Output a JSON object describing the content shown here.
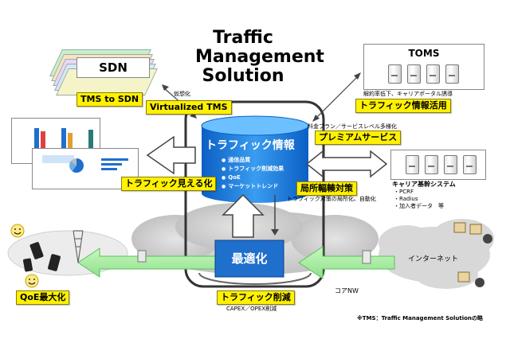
{
  "title_lines": [
    "Traffic",
    "Management",
    "Solution"
  ],
  "left_top": {
    "sdn_label": "SDN",
    "tms_to_sdn": "TMS to SDN",
    "virtualization_note": "仮想化",
    "virtualized_tms": "Virtualized TMS"
  },
  "right_top": {
    "toms_label": "TOMS",
    "analysis_note": "解約率低下、キャリアポータル誘導",
    "traffic_info_use": "トラフィック情報活用",
    "pricing_note": "料金プラン／サービスレベル多様化",
    "premium_services": "プレミアムサービス"
  },
  "center": {
    "db_title": "トラフィック情報",
    "db_items": [
      "通信品質",
      "トラフィック削減効果",
      "QoE",
      "マーケットトレンド"
    ],
    "optimize_label": "最適化",
    "traffic_reduce": "トラフィック削減",
    "capex_note": "CAPEX／OPEX削減",
    "core_nw": "コアNW"
  },
  "left_mid": {
    "visualize": "トラフィック見える化"
  },
  "right_mid": {
    "local_bandwidth": "局所輻輳対策",
    "local_note": "トラフィック対策の局所化、自動化",
    "carrier_system": "キャリア基幹システム",
    "carrier_items": [
      "・PCRF",
      "・Radius",
      "・加入者データ　等"
    ]
  },
  "bottom": {
    "qoe_max": "QoE最大化",
    "internet": "インターネット"
  },
  "footnote": "※TMS：Traffic Management Solutionの略",
  "colors": {
    "yellow_label": "#fff100",
    "green_arrow": "#a6f0a0",
    "blue_box": "#1f6fcc",
    "cloud_gray": "#cfcfcf"
  }
}
